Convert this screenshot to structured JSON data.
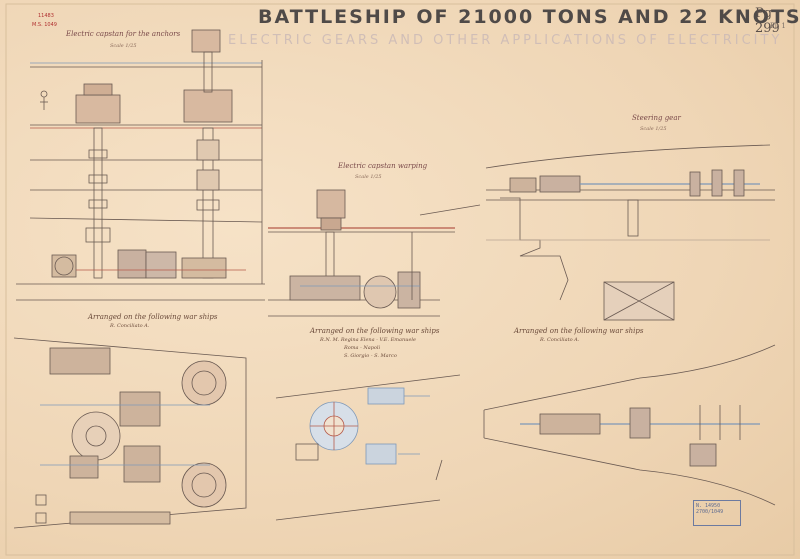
{
  "sheet": {
    "title": "BATTLESHIP OF 21000 TONS      AND 22 KNOTS",
    "subtitle": "ELECTRIC GEARS AND OTHER APPLICATIONS OF ELECTRICITY",
    "sheet_no": "Pg 299",
    "sheet_sub": "Pl. 1"
  },
  "stamp": {
    "line1": "11483",
    "line2": "M.S. 1049"
  },
  "captions": {
    "capstan": "Electric capstan for the anchors",
    "capstan_scale": "Scale 1/25",
    "warp": "Electric capstan warping",
    "warp_scale": "Scale 1/25",
    "steering": "Steering gear",
    "steering_scale": "Scale 1/25"
  },
  "arrangements": {
    "left": {
      "heading": "Arranged on the following war ships",
      "ships": [
        "R. Conciliato A."
      ]
    },
    "middle": {
      "heading": "Arranged on the following war ships",
      "ships": [
        "R.N. M. Regina Elena - V.E. Emanuele",
        "Roma - Napoli",
        "S. Giorgio - S. Marco"
      ]
    },
    "right": {
      "heading": "Arranged on the following war ships",
      "ships": [
        "R. Conciliato A."
      ]
    }
  },
  "catalog_box": {
    "line1": "N. 14950",
    "line2": "2700/1049"
  },
  "colors": {
    "paper": "#f2dcc0",
    "ink": "#6a5a52",
    "red": "#b55a4a",
    "blue": "#7e98b8",
    "brown": "#8a6a50"
  }
}
